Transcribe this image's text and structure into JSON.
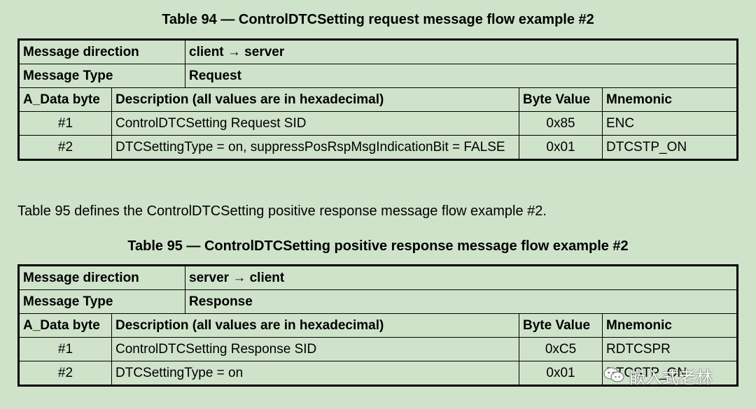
{
  "table94": {
    "caption": "Table 94 — ControlDTCSetting request message flow example #2",
    "direction_label": "Message direction",
    "direction_value": "client → server",
    "type_label": "Message Type",
    "type_value": "Request",
    "headers": [
      "A_Data byte",
      "Description (all values are in hexadecimal)",
      "Byte Value",
      "Mnemonic"
    ],
    "rows": [
      {
        "byte": "#1",
        "description": "ControlDTCSetting Request SID",
        "value": "0x85",
        "mnemonic": "ENC"
      },
      {
        "byte": "#2",
        "description": "DTCSettingType = on, suppressPosRspMsgIndicationBit = FALSE",
        "value": "0x01",
        "mnemonic": "DTCSTP_ON"
      }
    ]
  },
  "paragraph": "Table 95 defines the ControlDTCSetting positive response message flow example #2.",
  "table95": {
    "caption": "Table 95 — ControlDTCSetting positive response message flow example #2",
    "direction_label": "Message direction",
    "direction_value": "server → client",
    "type_label": "Message Type",
    "type_value": "Response",
    "headers": [
      "A_Data byte",
      "Description (all values are in hexadecimal)",
      "Byte Value",
      "Mnemonic"
    ],
    "rows": [
      {
        "byte": "#1",
        "description": "ControlDTCSetting Response SID",
        "value": "0xC5",
        "mnemonic": "RDTCSPR"
      },
      {
        "byte": "#2",
        "description": "DTCSettingType = on",
        "value": "0x01",
        "mnemonic": "DTCSTP_ON"
      }
    ]
  },
  "watermark": {
    "text": "嵌入式老林",
    "icon": "chat-bubble-icon"
  }
}
